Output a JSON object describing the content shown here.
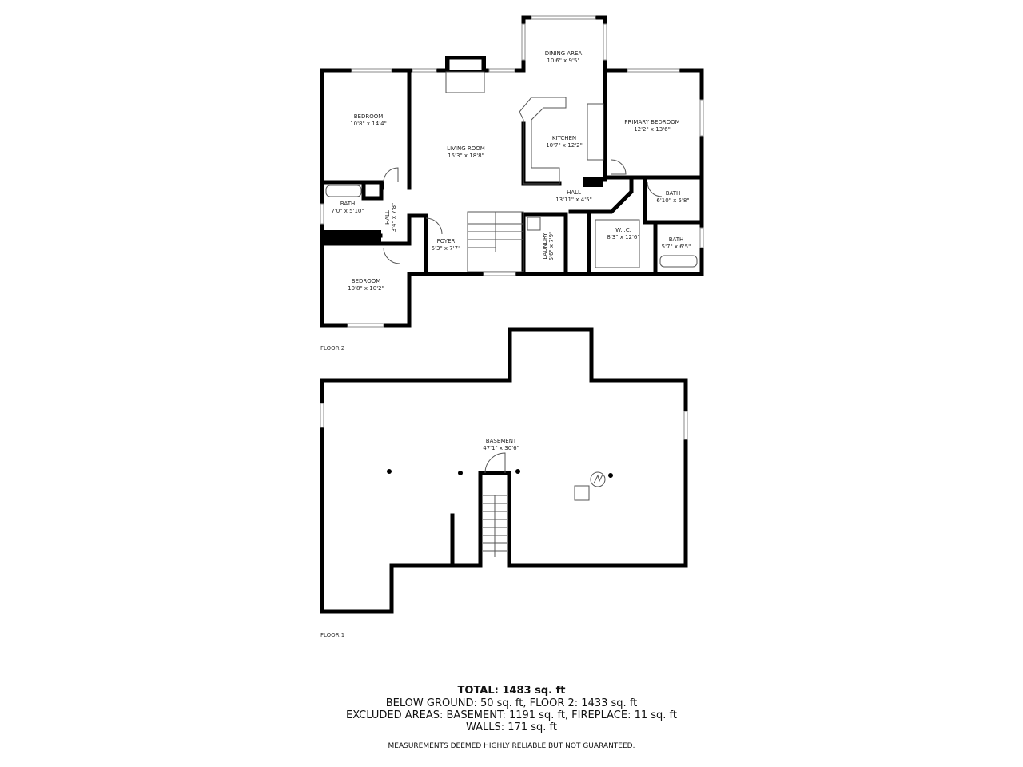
{
  "floor2": {
    "label": "FLOOR 2",
    "rooms": [
      {
        "name": "DINING AREA",
        "size": "10'6\" x 9'5\""
      },
      {
        "name": "BEDROOM",
        "size": "10'8\" x 14'4\""
      },
      {
        "name": "PRIMARY BEDROOM",
        "size": "12'2\" x 13'6\""
      },
      {
        "name": "LIVING ROOM",
        "size": "15'3\" x 18'8\""
      },
      {
        "name": "KITCHEN",
        "size": "10'7\" x 12'2\""
      },
      {
        "name": "HALL",
        "size": "13'11\" x 4'5\""
      },
      {
        "name": "BATH",
        "size": "6'10\" x 5'8\""
      },
      {
        "name": "BATH",
        "size": "7'0\" x 5'10\""
      },
      {
        "name": "HALL",
        "size": "3'4\" x 7'8\""
      },
      {
        "name": "W.I.C.",
        "size": "8'3\" x 12'6\""
      },
      {
        "name": "FOYER",
        "size": "5'3\" x 7'7\""
      },
      {
        "name": "LAUNDRY",
        "size": "5'6\" x 7'9\""
      },
      {
        "name": "BATH",
        "size": "5'7\" x 6'5\""
      },
      {
        "name": "BEDROOM",
        "size": "10'8\" x 10'2\""
      }
    ]
  },
  "floor1": {
    "label": "FLOOR 1",
    "rooms": [
      {
        "name": "BASEMENT",
        "size": "47'1\" x 30'6\""
      }
    ]
  },
  "summary": {
    "total": "TOTAL: 1483 sq. ft",
    "line1": "BELOW GROUND: 50 sq. ft, FLOOR 2: 1433 sq. ft",
    "line2": "EXCLUDED AREAS: BASEMENT: 1191 sq. ft, FIREPLACE: 11 sq. ft",
    "line3": "WALLS: 171 sq. ft",
    "disclaimer": "MEASUREMENTS DEEMED HIGHLY RELIABLE BUT NOT GUARANTEED."
  }
}
